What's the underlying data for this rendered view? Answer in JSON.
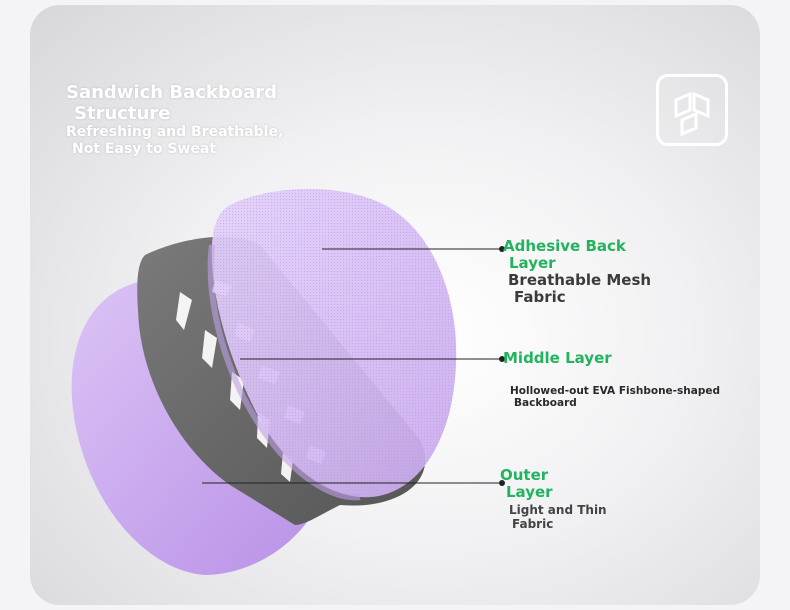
{
  "header": {
    "title_line1": "Sandwich Backboard",
    "title_line2": "Structure",
    "subtitle_line1": "Refreshing and Breathable,",
    "subtitle_line2": "Not Easy to Sweat"
  },
  "layers": {
    "adhesive": {
      "name_line1": "Adhesive Back",
      "name_line2": "Layer",
      "desc_line1": "Breathable Mesh",
      "desc_line2": "Fabric"
    },
    "middle": {
      "name": "Middle Layer",
      "desc_line1": "Hollowed-out EVA Fishbone-shaped",
      "desc_line2": "Backboard"
    },
    "outer": {
      "name_line1": "Outer",
      "name_line2": "Layer",
      "desc_line1": "Light and Thin",
      "desc_line2": "Fabric"
    }
  },
  "colors": {
    "accent_green": "#22b35e",
    "mesh_purple": "#d4b8f0",
    "outer_purple": "#c8a6ee",
    "eva_gray": "#6e6e6e"
  },
  "icons": {
    "logo": "brand-logo-icon"
  }
}
